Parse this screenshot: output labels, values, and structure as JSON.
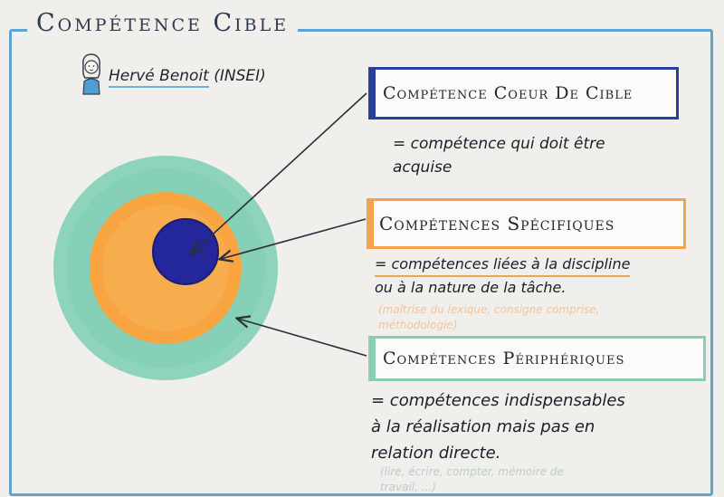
{
  "title": "Compétence Cible",
  "author": {
    "name": "Hervé Benoit",
    "affiliation": "(INSEI)"
  },
  "colors": {
    "frame": "#5fa3cf",
    "core": "#2c3e9b",
    "specific": "#f4a24e",
    "peripheral": "#8ccdb5"
  },
  "core": {
    "label": "Compétence Coeur De Cible",
    "description": [
      "= compétence qui doit être",
      "acquise"
    ]
  },
  "specific": {
    "label": "Compétences Spécifiques",
    "description_line1": "= compétences liées à la discipline",
    "description_line2": "ou à la nature de la tâche.",
    "examples": [
      "(maîtrise du lexique, consigne comprise,",
      "méthodologie)"
    ]
  },
  "peripheral": {
    "label": "Compétences Périphériques",
    "description": [
      "= compétences indispensables",
      "à la réalisation mais pas en",
      "relation directe."
    ],
    "examples": [
      "(lire, écrire, compter, mémoire de",
      "travail, ...)"
    ]
  }
}
